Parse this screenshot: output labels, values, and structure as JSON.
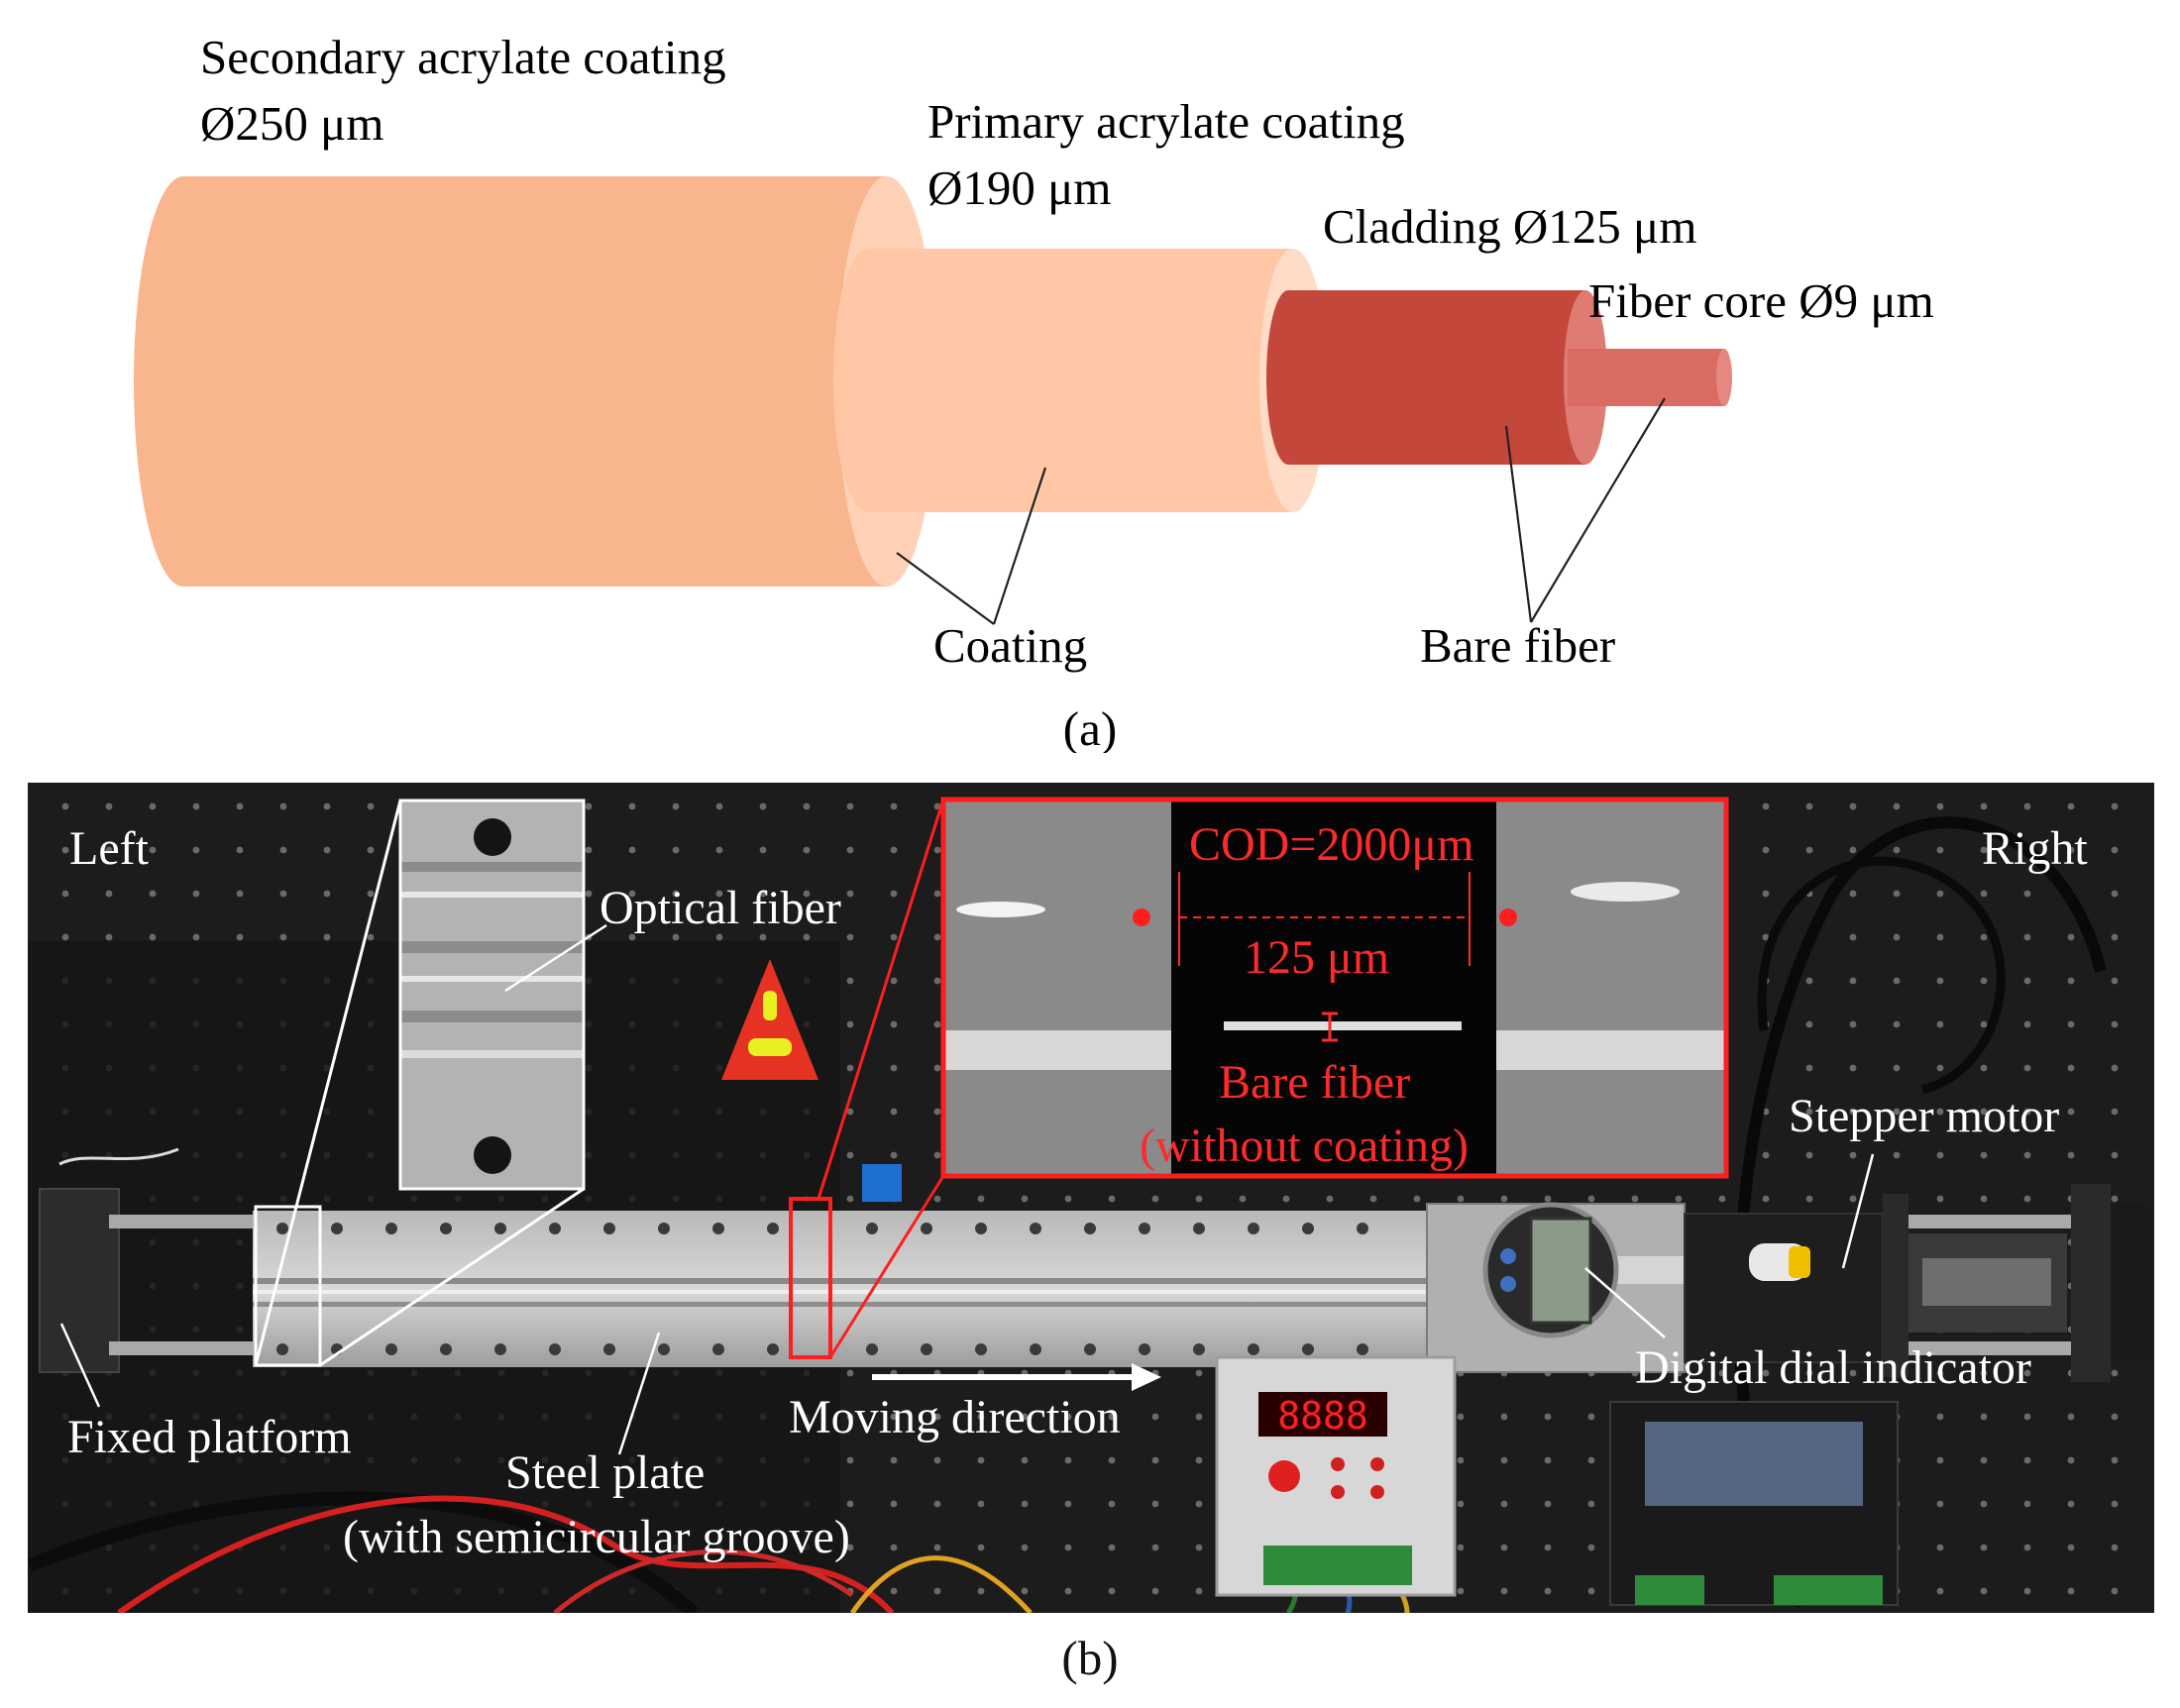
{
  "panel_a": {
    "secondary_label": "Secondary acrylate coating",
    "secondary_dia": "Ø250 μm",
    "primary_label": "Primary acrylate coating",
    "primary_dia": "Ø190 μm",
    "cladding_label": "Cladding Ø125 μm",
    "core_label": "Fiber core Ø9 μm",
    "coating_label": "Coating",
    "bare_fiber_label": "Bare fiber",
    "caption": "(a)",
    "colors": {
      "secondary": "#f8b58e",
      "primary": "#ffcaaa",
      "cladding": "#c4473c",
      "core": "#d96b62"
    }
  },
  "panel_b": {
    "left_label": "Left",
    "right_label": "Right",
    "optical_fiber_label": "Optical fiber",
    "cod_label": "COD=2000μm",
    "width_label": "125 μm",
    "bare_fiber_label": "Bare fiber",
    "without_coating_label": "(without coating)",
    "stepper_motor_label": "Stepper motor",
    "dial_indicator_label": "Digital dial indicator",
    "fixed_platform_label": "Fixed platform",
    "moving_direction_label": "Moving direction",
    "steel_plate_label": "Steel plate",
    "groove_label": "(with semicircular groove)",
    "display_value": "8888",
    "caption": "(b)",
    "colors": {
      "highlight": "#ff1e1e",
      "inset_text": "#ff2a2a",
      "photo_bg": "#1c1c1c"
    }
  }
}
